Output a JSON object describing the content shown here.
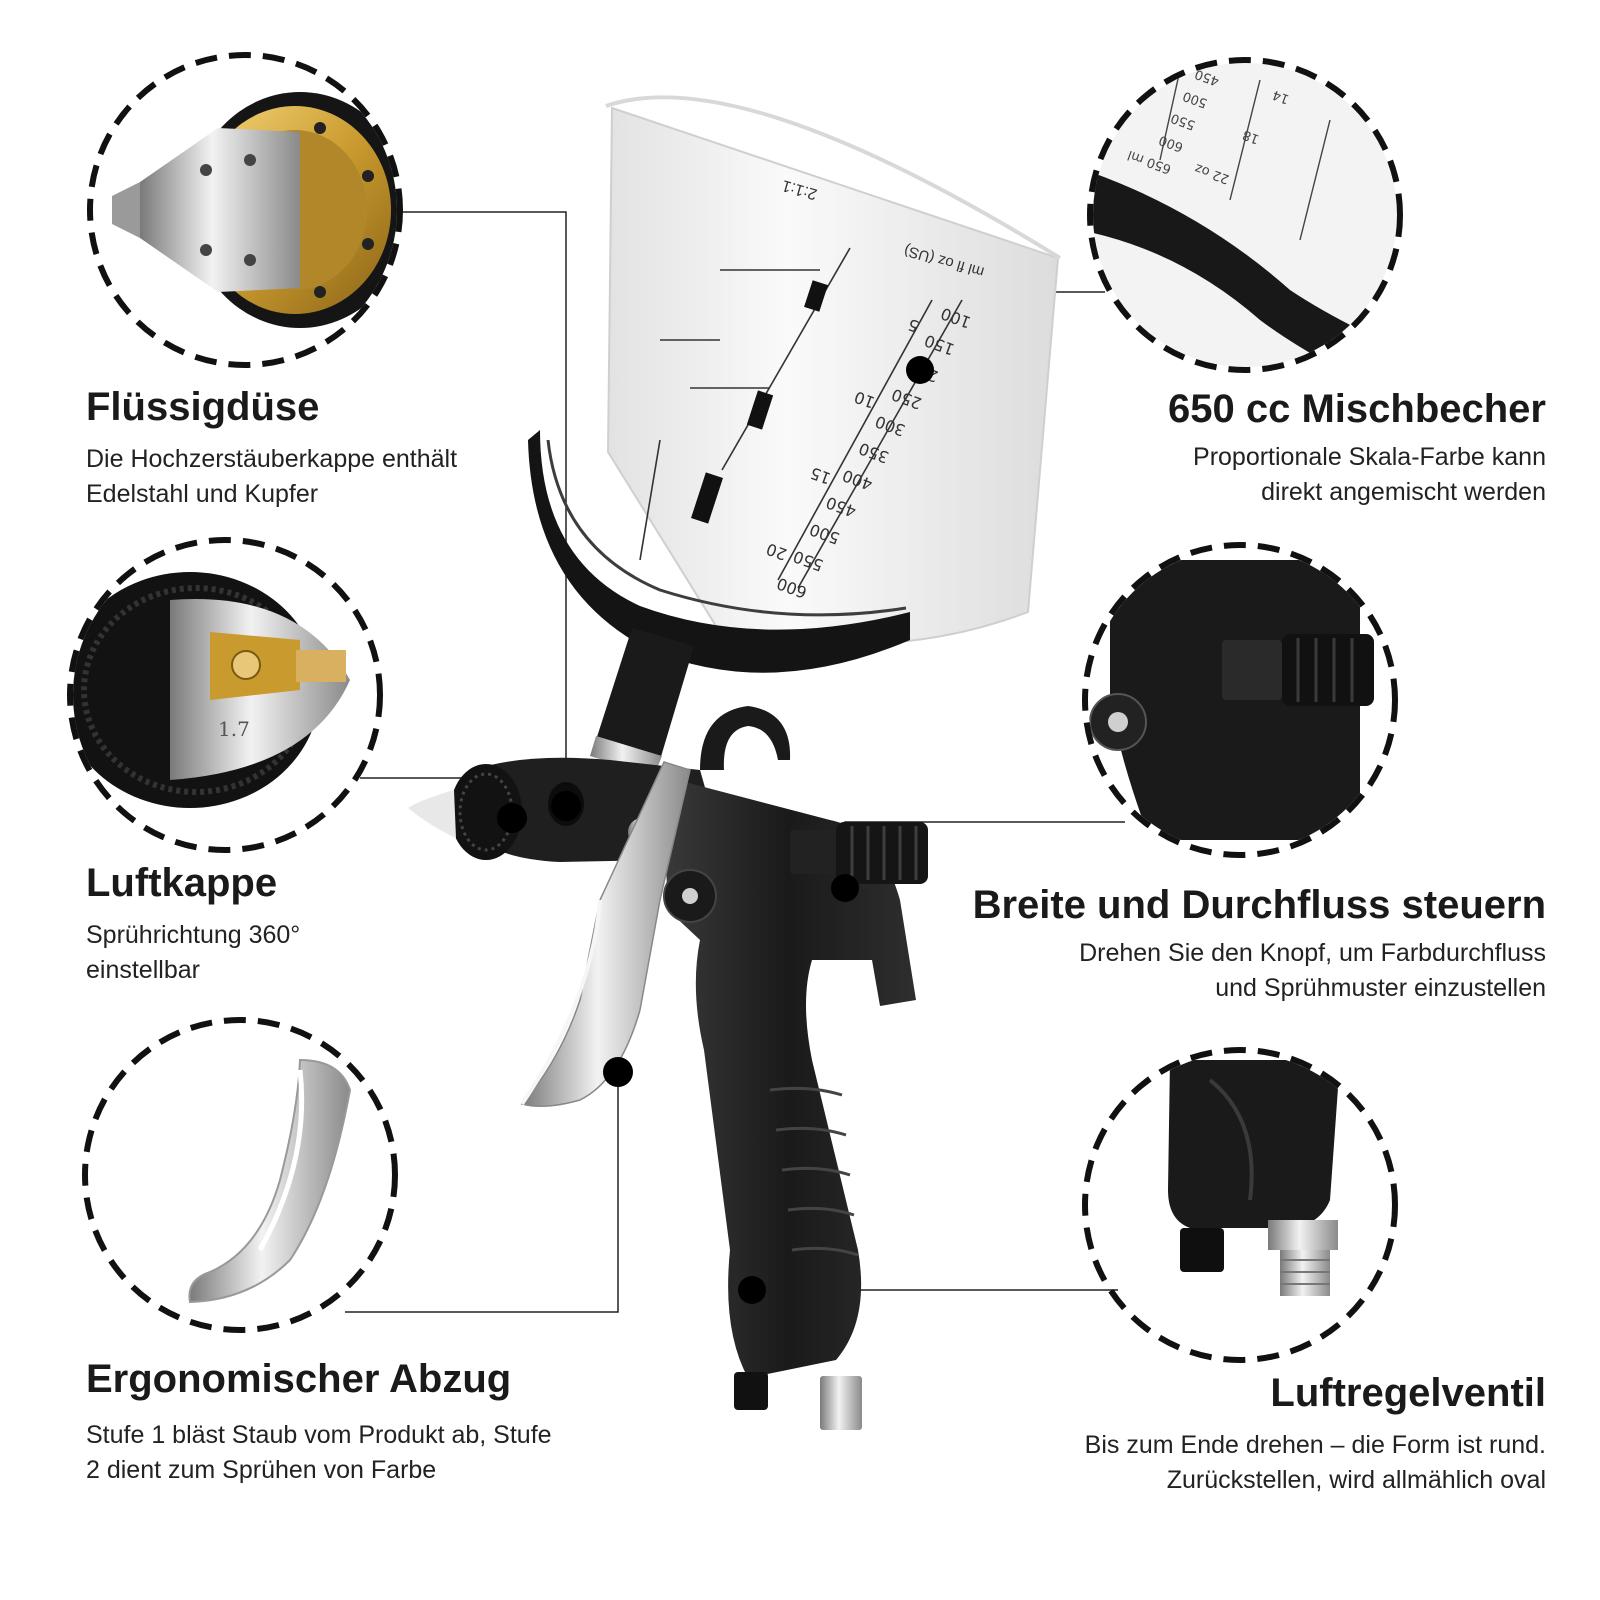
{
  "features": {
    "nozzle": {
      "title": "Flüssigdüse",
      "lines": [
        "Die Hochzerstäuberkappe enthält",
        "Edelstahl und Kupfer"
      ],
      "icon": "brass-nozzle-icon"
    },
    "air_cap": {
      "title": "Luftkappe",
      "lines": [
        "Sprührichtung 360°",
        "einstellbar"
      ],
      "icon": "air-cap-icon"
    },
    "trigger": {
      "title": "Ergonomischer Abzug",
      "lines": [
        "Stufe 1 bläst Staub vom Produkt ab, Stufe",
        "2 dient zum Sprühen von Farbe"
      ],
      "icon": "trigger-icon"
    },
    "cup": {
      "title": "650 cc Mischbecher",
      "lines": [
        "Proportionale Skala-Farbe kann",
        "direkt angemischt werden"
      ],
      "icon": "mixing-cup-icon"
    },
    "knobs": {
      "title": "Breite und Durchfluss steuern",
      "lines": [
        "Drehen Sie den Knopf, um Farbdurchfluss",
        "und Sprühmuster einzustellen"
      ],
      "icon": "adjustment-knob-icon"
    },
    "valve": {
      "title": "Luftregelventil",
      "lines": [
        "Bis zum Ende drehen – die Form ist rund.",
        "Zurückstellen, wird allmählich oval"
      ],
      "icon": "air-valve-icon"
    }
  },
  "product": {
    "icon": "spray-gun-icon",
    "cup_scale_ml": [
      "100",
      "150",
      "200",
      "250",
      "300",
      "350",
      "400",
      "450",
      "500",
      "550",
      "600"
    ],
    "cup_scale_oz": [
      "5",
      "10",
      "15",
      "20"
    ],
    "cup_scale_header": "ml   fl oz (US)",
    "cup_ratio_label": "2:1:1",
    "inset_scale_ml": [
      "450",
      "500",
      "550",
      "600",
      "650 ml"
    ],
    "inset_scale_oz": [
      "14",
      "18",
      "22 oz"
    ],
    "air_cap_size": "1.7"
  },
  "colors": {
    "text": "#1a1a1a",
    "gun_body": "#1c1c1c",
    "chrome": "#c8c8c8",
    "brass": "#d4a533",
    "cup": "#f4f4f4"
  }
}
